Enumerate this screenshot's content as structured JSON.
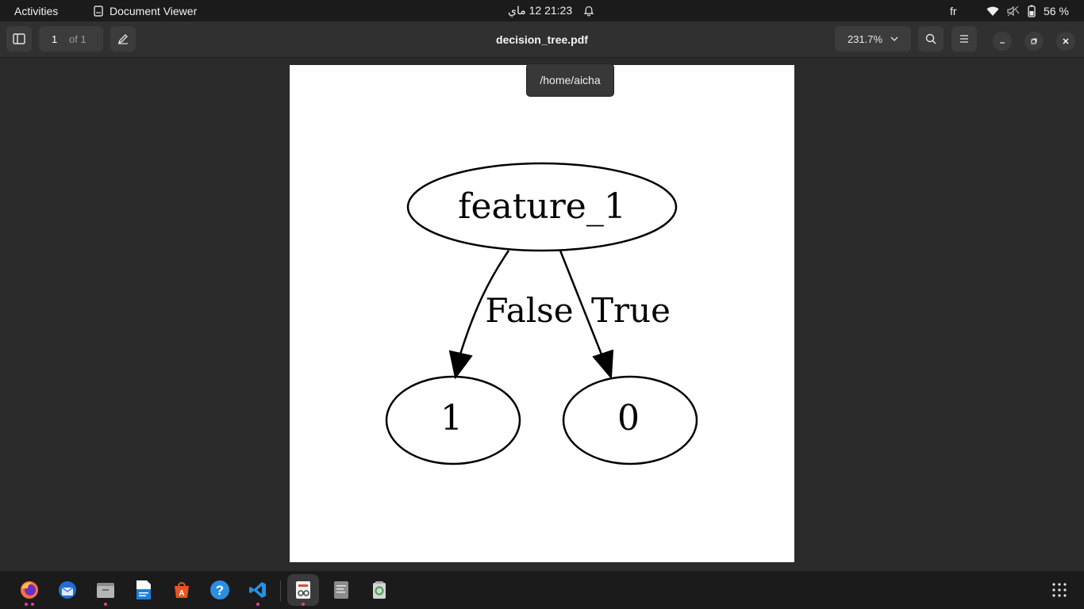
{
  "topbar": {
    "activities": "Activities",
    "app_name": "Document Viewer",
    "clock": "21:23  12 ماي",
    "lang": "fr",
    "battery": "56 %"
  },
  "header": {
    "page_current": "1",
    "page_of": "of 1",
    "title": "decision_tree.pdf",
    "zoom": "231.7%"
  },
  "tooltip": "/home/aicha",
  "diagram": {
    "root": "feature_1",
    "left_edge": "False",
    "right_edge": "True",
    "left_leaf": "1",
    "right_leaf": "0"
  },
  "dock": {
    "apps": [
      "firefox-icon",
      "thunderbird-icon",
      "files-icon",
      "writer-icon",
      "software-center-icon",
      "help-icon",
      "vscode-icon",
      "document-viewer-icon",
      "text-editor-icon",
      "trash-icon",
      "app-grid-icon"
    ]
  }
}
